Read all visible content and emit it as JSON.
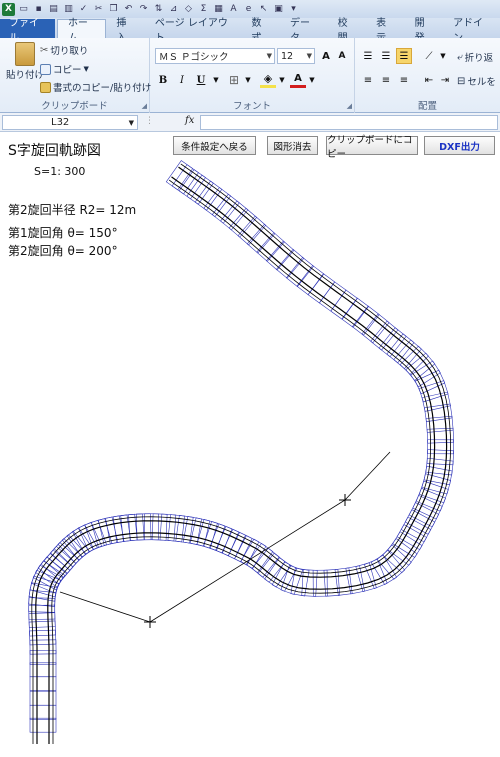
{
  "ribbon_tabs": [
    "ファイル",
    "ホーム",
    "挿入",
    "ページ レイアウト",
    "数式",
    "データ",
    "校閲",
    "表示",
    "開発",
    "アドイン"
  ],
  "clipboard": {
    "paste": "貼り付け",
    "cut": "切り取り",
    "copy": "コピー",
    "format_painter": "書式のコピー/貼り付け",
    "group": "クリップボード"
  },
  "font": {
    "name": "ＭＳ Ｐゴシック",
    "size": "12",
    "bold": "B",
    "italic": "I",
    "underline": "U",
    "grow": "A",
    "shrink": "A",
    "font_color_letter": "A",
    "group": "フォント"
  },
  "alignment": {
    "wrap": "折り返",
    "merge": "セルを",
    "group": "配置"
  },
  "formula_bar": {
    "cell": "L32",
    "fx": "fx",
    "value": ""
  },
  "sheet": {
    "title": "S字旋回軌跡図",
    "buttons": {
      "back": "条件設定へ戻る",
      "clear": "図形消去",
      "copy": "クリップボードにコピー",
      "dxf": "DXF出力"
    },
    "scale": "S=1: 300",
    "radius2": "第2旋回半径 R2= 12m",
    "angle1": "第1旋回角 θ= 150°",
    "angle2": "第2旋回角 θ= 200°"
  },
  "colors": {
    "vehicle_outline": "#2f35b8",
    "track": "#000000",
    "file_tab": "#2a62b6",
    "font_color": "#d21e1e",
    "fill_color": "#f4e14a"
  }
}
